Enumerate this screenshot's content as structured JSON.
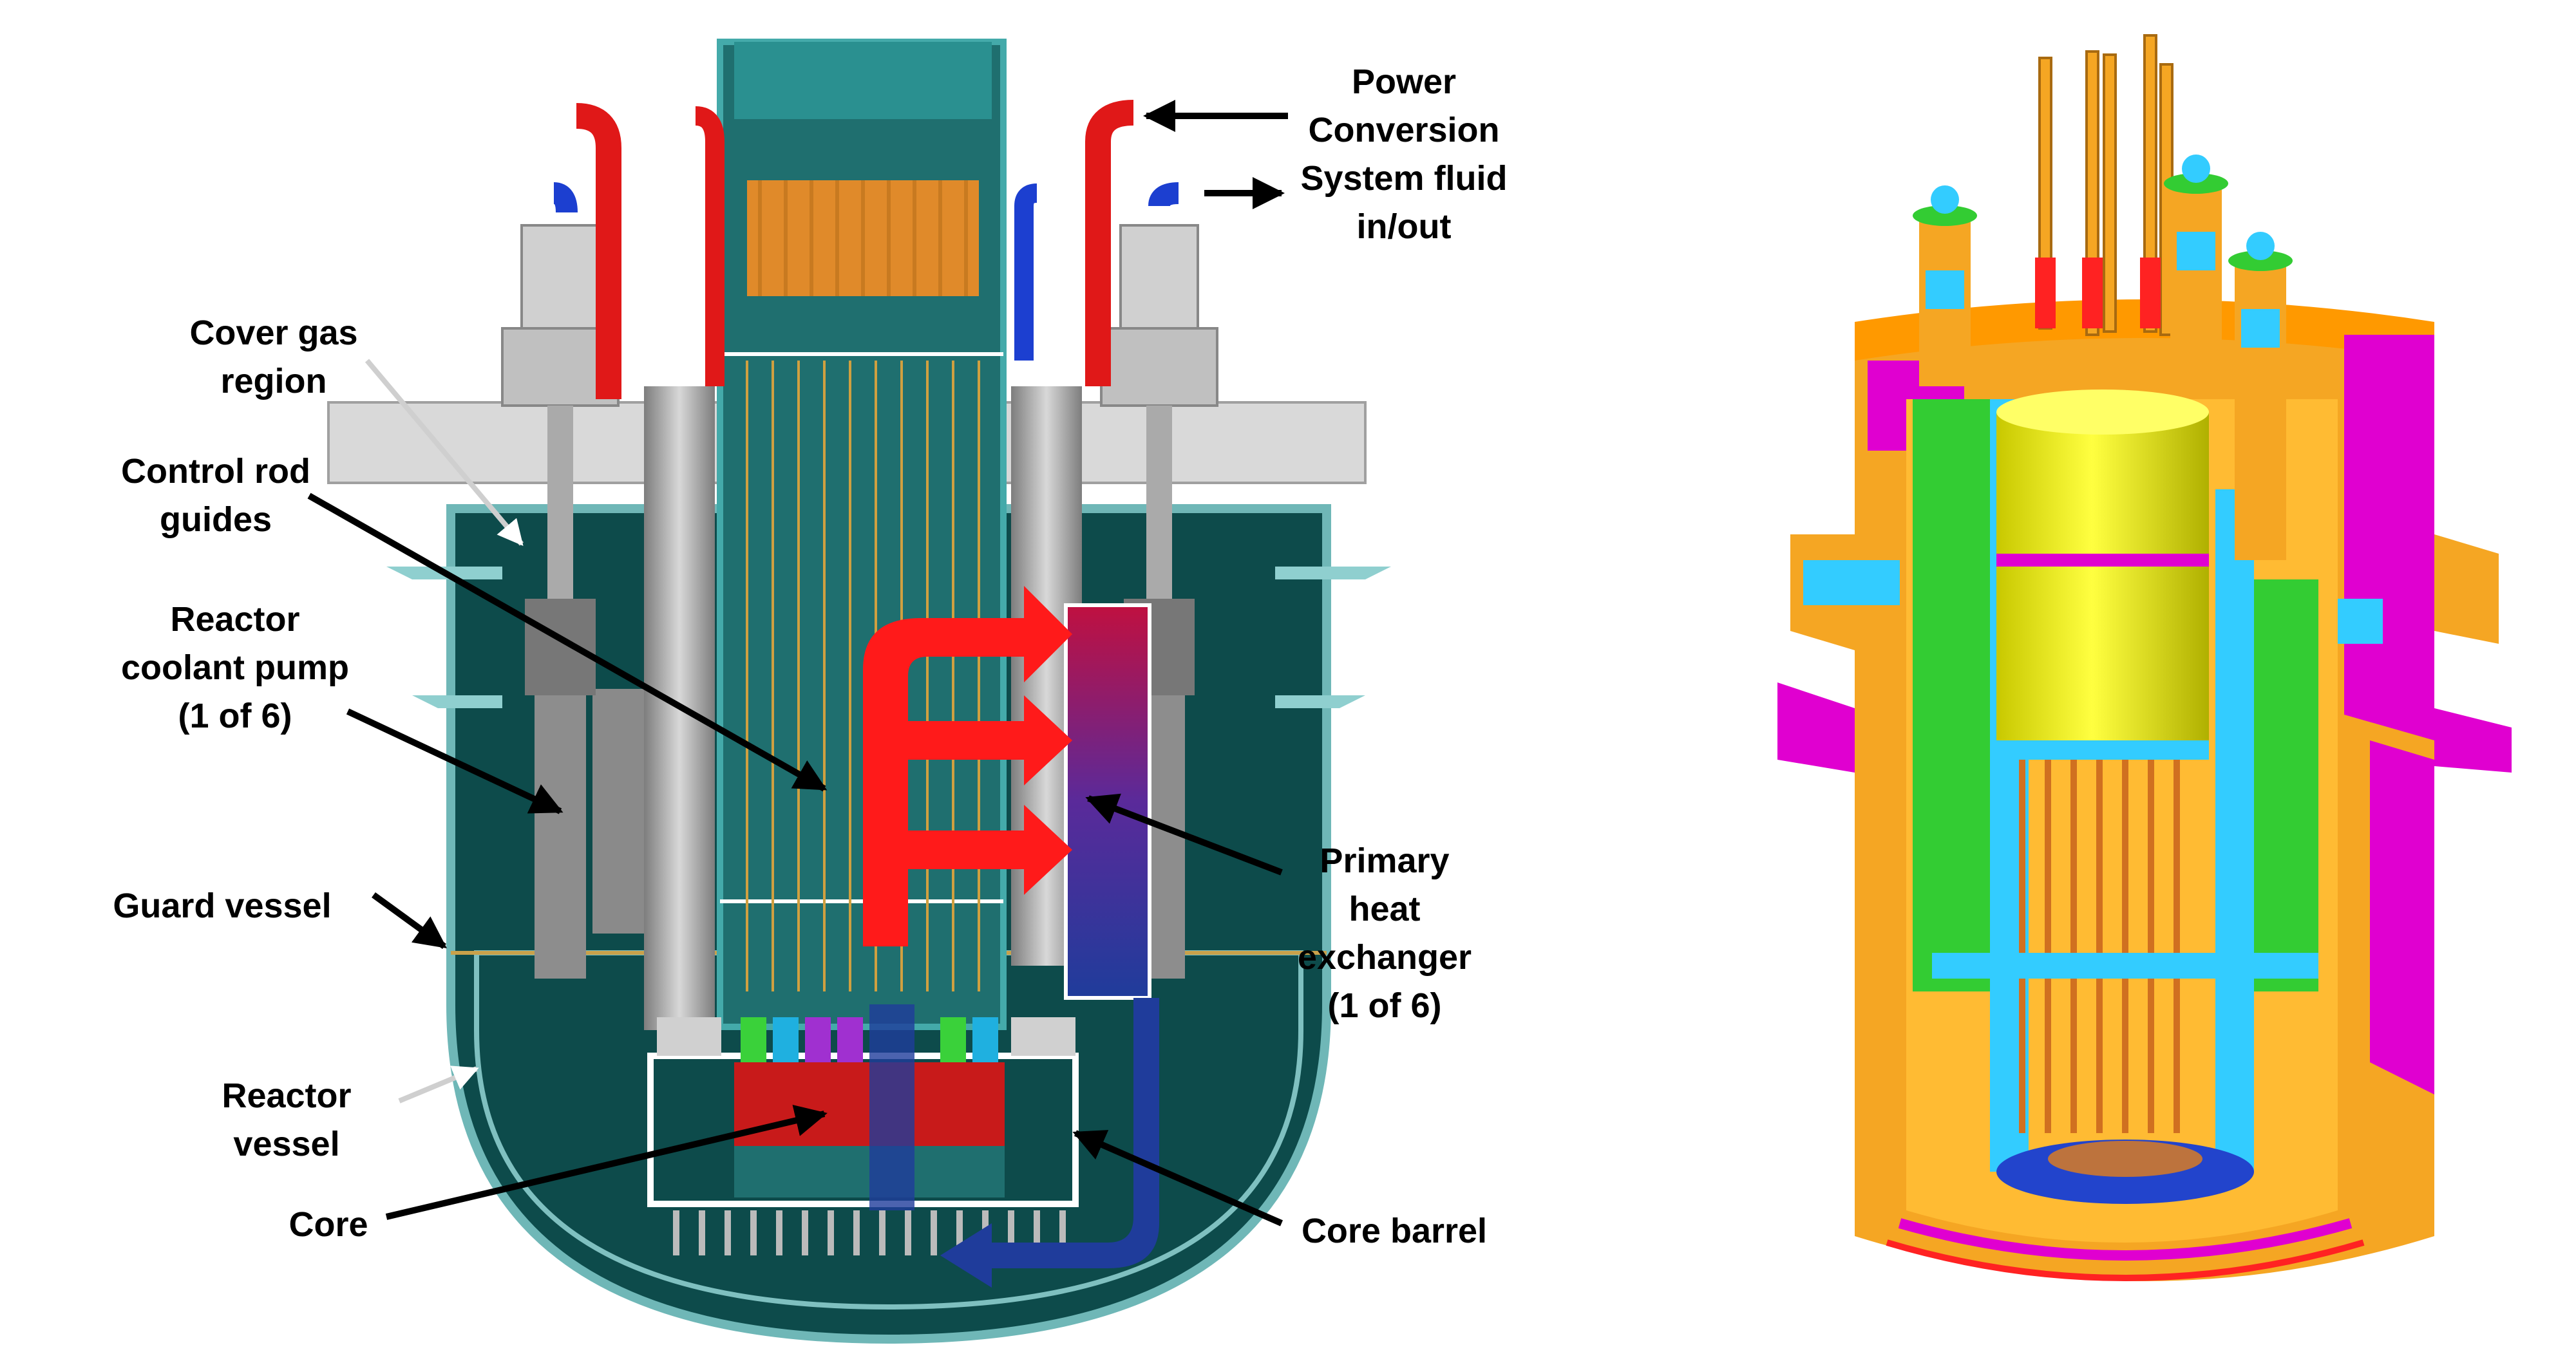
{
  "colors": {
    "vessel_teal": "#0d4b4b",
    "vessel_outline": "#6fb7b7",
    "hot_flow": "#ff1a1a",
    "cold_flow": "#1f3c9b",
    "steel_grey": "#9a9a9a",
    "fuel_orange": "#e08a2a",
    "cutaway_orange": "#f5a623",
    "cutaway_magenta": "#e000d0",
    "cutaway_yellow": "#ffff00",
    "cutaway_cyan": "#33ccff",
    "cutaway_green": "#33cc33"
  },
  "labels": {
    "power_conversion": [
      "Power",
      "Conversion",
      "System fluid",
      "in/out"
    ],
    "cover_gas": [
      "Cover gas",
      "region"
    ],
    "control_rod": [
      "Control rod",
      "guides"
    ],
    "pump": [
      "Reactor",
      "coolant pump",
      "(1 of 6)"
    ],
    "guard_vessel": [
      "Guard vessel"
    ],
    "reactor_vessel": [
      "Reactor",
      "vessel"
    ],
    "core": [
      "Core"
    ],
    "heat_exchanger": [
      "Primary",
      "heat",
      "exchanger",
      "(1 of 6)"
    ],
    "core_barrel": [
      "Core barrel"
    ]
  }
}
